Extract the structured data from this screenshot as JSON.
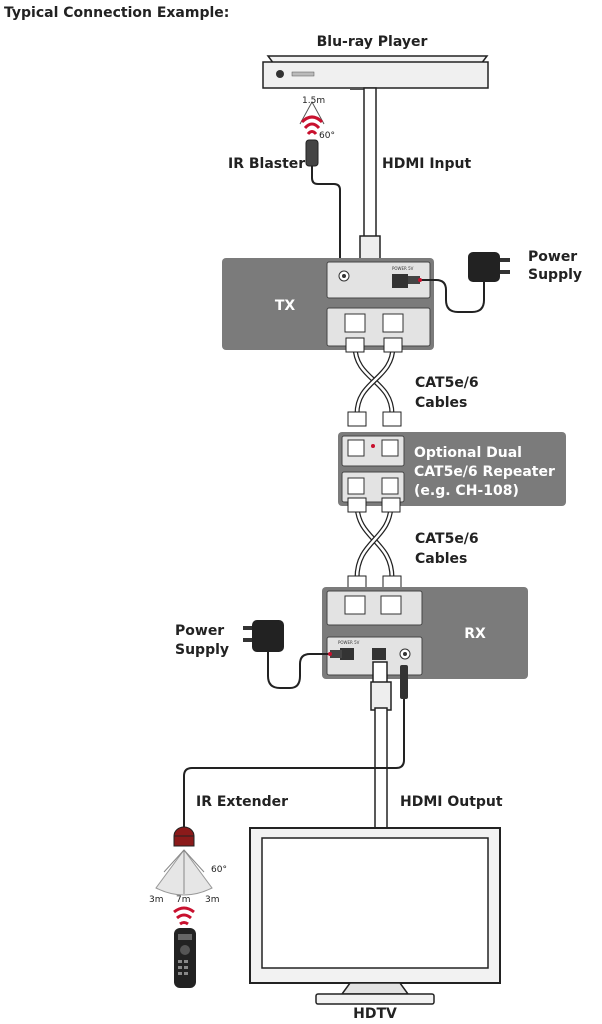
{
  "title": "Typical Connection Example:",
  "labels": {
    "source": "Blu-ray Player",
    "ir_blaster": "IR Blaster",
    "ir_blaster_range": "1.5m",
    "ir_blaster_angle": "60°",
    "hdmi_input": "HDMI Input",
    "power_supply_top_line1": "Power",
    "power_supply_top_line2": "Supply",
    "tx": "TX",
    "cables_top_line1": "CAT5e/6",
    "cables_top_line2": "Cables",
    "repeater_line1": "Optional Dual",
    "repeater_line2": "CAT5e/6 Repeater",
    "repeater_line3": "(e.g. CH-108)",
    "cables_bottom_line1": "CAT5e/6",
    "cables_bottom_line2": "Cables",
    "rx": "RX",
    "power_supply_bottom_line1": "Power",
    "power_supply_bottom_line2": "Supply",
    "ir_extender": "IR Extender",
    "hdmi_output": "HDMI Output",
    "ir_extender_angle": "60°",
    "range_left": "3m",
    "range_center": "7m",
    "range_right": "3m",
    "display": "HDTV"
  },
  "colors": {
    "panel_gray": "#7b7b7b",
    "device_light": "#e3e3e3",
    "ir_red": "#c8102e",
    "line": "#222222"
  }
}
